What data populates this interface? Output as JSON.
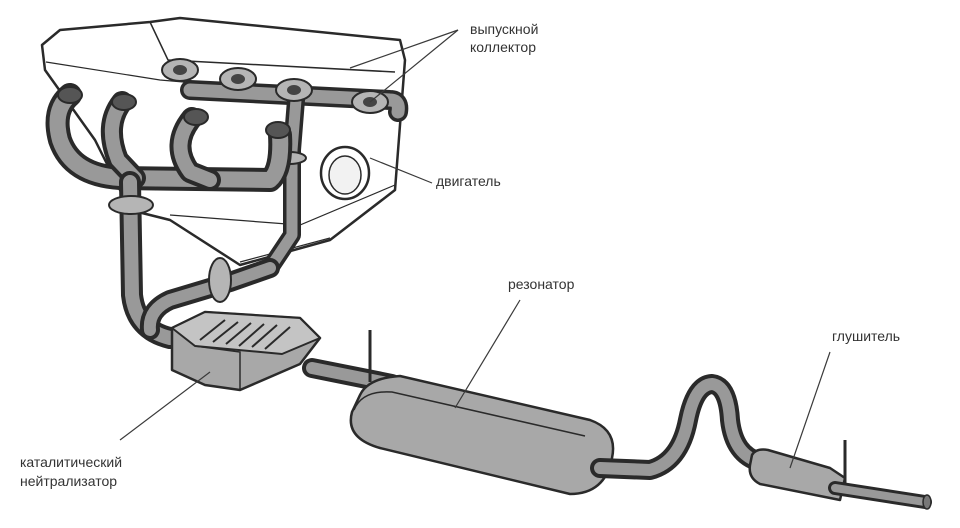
{
  "labels": {
    "exhaust_manifold_line1": "выпускной",
    "exhaust_manifold_line2": "коллектор",
    "engine": "двигатель",
    "resonator": "резонатор",
    "muffler": "глушитель",
    "catalytic_line1": "каталитический",
    "catalytic_line2": "нейтрализатор"
  },
  "colors": {
    "outline": "#2a2a2a",
    "pipe_fill": "#999999",
    "engine_fill": "#ffffff",
    "label_text": "#333333"
  }
}
